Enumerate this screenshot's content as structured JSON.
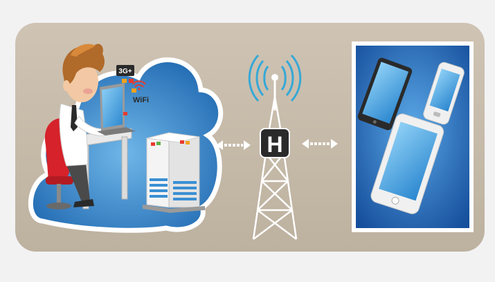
{
  "illustration": {
    "badge_3g": "3G+",
    "wifi_label": "WiFi",
    "tower_letter": "H"
  },
  "colors": {
    "page_background": "#f2f2f3",
    "banner_beige": "#c8bcab",
    "cloud_blue": "#2f7fc0",
    "cloud_edge": "#ffffff",
    "panel_blue": "#1d63b3",
    "device_screen": "#5aa7e0",
    "chair_red": "#d6222a",
    "hair_brown": "#b06a2a",
    "tower_icon": "#2a2a2a",
    "signal_teal": "#36a8d6"
  },
  "icons": [
    "person-at-laptop",
    "server-rack",
    "cell-tower",
    "bidirectional-arrow",
    "tablet",
    "smartphone"
  ]
}
